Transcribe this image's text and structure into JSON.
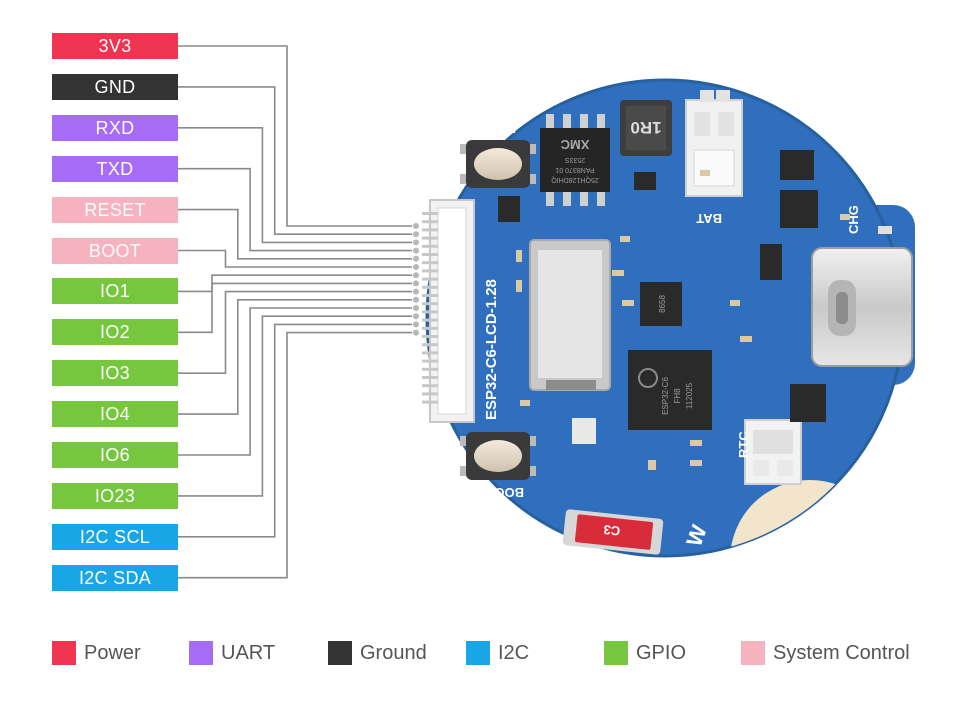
{
  "colors": {
    "power": "#ee3450",
    "ground": "#333333",
    "uart": "#a66cf6",
    "system": "#f7b2c0",
    "gpio": "#76c63e",
    "i2c": "#19a6e6",
    "board": "#2f6fbe",
    "lines": "#8a8a8a"
  },
  "pins": [
    {
      "label": "3V3",
      "group": "power"
    },
    {
      "label": "GND",
      "group": "ground"
    },
    {
      "label": "RXD",
      "group": "uart"
    },
    {
      "label": "TXD",
      "group": "uart"
    },
    {
      "label": "RESET",
      "group": "system"
    },
    {
      "label": "BOOT",
      "group": "system"
    },
    {
      "label": "IO1",
      "group": "gpio"
    },
    {
      "label": "IO2",
      "group": "gpio"
    },
    {
      "label": "IO3",
      "group": "gpio"
    },
    {
      "label": "IO4",
      "group": "gpio"
    },
    {
      "label": "IO6",
      "group": "gpio"
    },
    {
      "label": "IO23",
      "group": "gpio"
    },
    {
      "label": "I2C SCL",
      "group": "i2c"
    },
    {
      "label": "I2C SDA",
      "group": "i2c"
    }
  ],
  "board": {
    "silkscreen_name": "ESP32-C6-LCD-1.28",
    "label_rst": "RST",
    "label_boot": "BOOT",
    "label_bat": "BAT",
    "label_chg": "CHG",
    "label_rtc": "RTC",
    "label_c3": "C3",
    "inductor_marking": "1R0",
    "flash_brand": "XMC",
    "flash_line1": "25QH128DHIQ",
    "flash_line2": "PAN8370 01",
    "flash_line3": "2533S",
    "mcu_line1": "ESP32-C6",
    "mcu_line2": "FH8",
    "mcu_line3": "112025",
    "imu_marking": "8658"
  },
  "legend": [
    {
      "label": "Power",
      "group": "power"
    },
    {
      "label": "UART",
      "group": "uart"
    },
    {
      "label": "Ground",
      "group": "ground"
    },
    {
      "label": "I2C",
      "group": "i2c"
    },
    {
      "label": "GPIO",
      "group": "gpio"
    },
    {
      "label": "System Control",
      "group": "system"
    }
  ]
}
